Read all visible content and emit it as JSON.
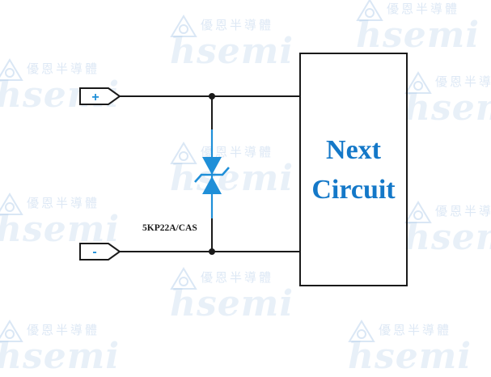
{
  "diagram": {
    "terminals": {
      "positive": "+",
      "negative": "-"
    },
    "component_label": "5KP22A/CAS",
    "block_label_line1": "Next",
    "block_label_line2": "Circuit"
  },
  "watermark": {
    "chinese": "優恩半導體",
    "latin": "hsemi"
  },
  "colors": {
    "wire": "#1a1a1a",
    "tvs": "#1f8fd8",
    "block_text": "#1478c8",
    "watermark": "#a9c8e8"
  }
}
